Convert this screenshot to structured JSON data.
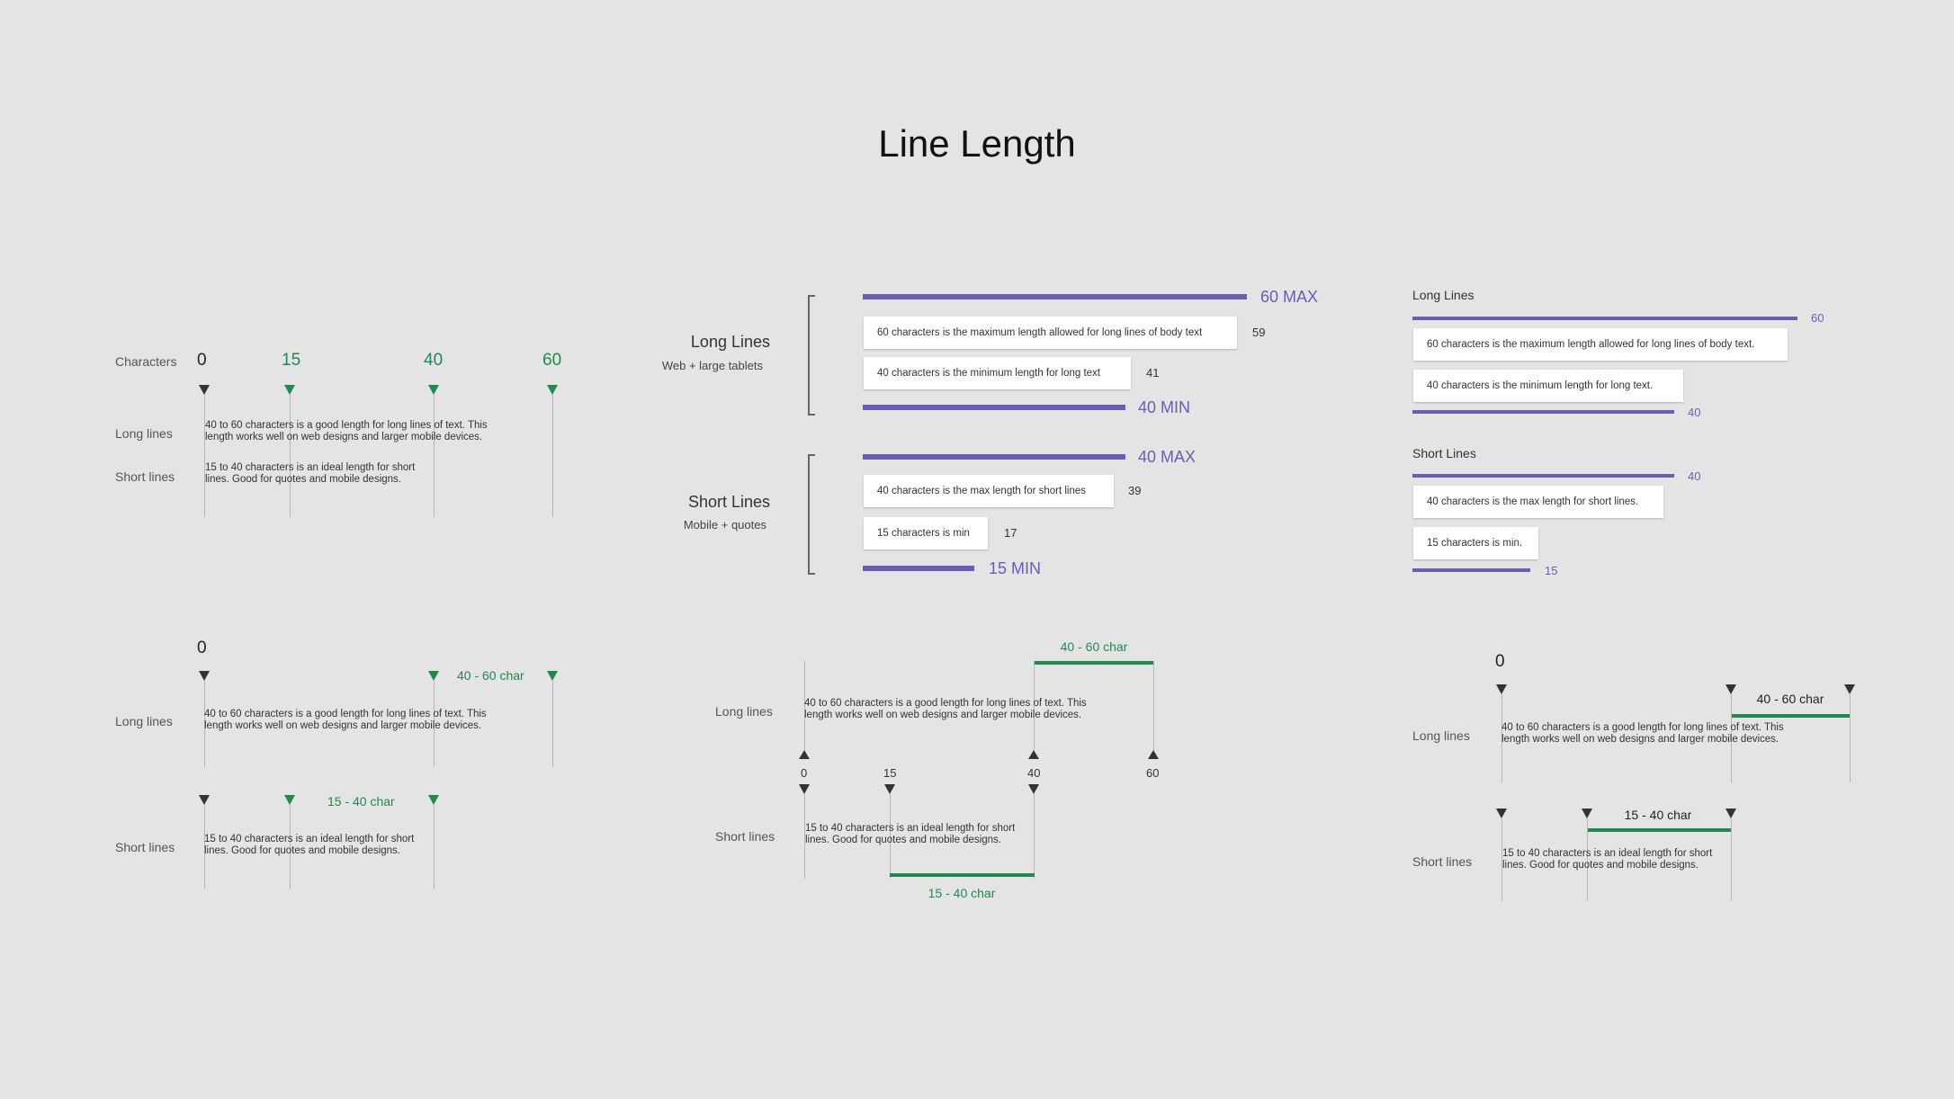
{
  "title": "Line Length",
  "colors": {
    "green": "#1e8a4c",
    "violet": "#6b5db4",
    "background": "#e4e4e4"
  },
  "texts": {
    "long_desc": "40 to 60 characters is a good length for long lines of text. This length works well on web designs and larger mobile devices.",
    "short_desc": "15 to 40 characters is an ideal length for short lines. Good for quotes and mobile designs.",
    "long_lines": "Long lines",
    "short_lines": "Short lines"
  },
  "panel1": {
    "characters_label": "Characters",
    "markers": [
      "0",
      "15",
      "40",
      "60"
    ]
  },
  "panel2": {
    "long": {
      "title": "Long Lines",
      "subtitle": "Web + large tablets",
      "max_label": "60 MAX",
      "min_label": "40 MIN",
      "cards": [
        {
          "text": "60 characters is the maximum length allowed for long lines of body text",
          "count": "59"
        },
        {
          "text": "40 characters is the minimum length for long text",
          "count": "41"
        }
      ]
    },
    "short": {
      "title": "Short Lines",
      "subtitle": "Mobile + quotes",
      "max_label": "40 MAX",
      "min_label": "15 MIN",
      "cards": [
        {
          "text": "40 characters is the max length for short lines",
          "count": "39"
        },
        {
          "text": "15 characters is min",
          "count": "17"
        }
      ]
    }
  },
  "panel3": {
    "long": {
      "title": "Long Lines",
      "max": "60",
      "min": "40",
      "cards": [
        "60 characters is the maximum length allowed for long lines of body text.",
        "40 characters is the minimum length for long text."
      ]
    },
    "short": {
      "title": "Short Lines",
      "max": "40",
      "min": "15",
      "cards": [
        "40 characters is the max length for short lines.",
        "15 characters is min."
      ]
    }
  },
  "panel4": {
    "zero": "0",
    "long_range": "40 - 60 char",
    "short_range": "15 - 40 char"
  },
  "panel5": {
    "long_range": "40 - 60 char",
    "short_range": "15 - 40 char",
    "axis": [
      "0",
      "15",
      "40",
      "60"
    ]
  },
  "panel6": {
    "zero": "0",
    "long_range": "40 - 60 char",
    "short_range": "15 - 40 char"
  }
}
